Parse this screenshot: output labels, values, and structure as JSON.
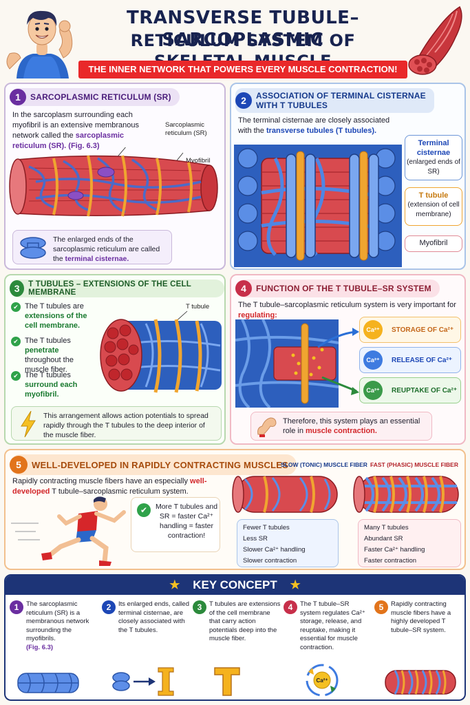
{
  "header": {
    "title_line1": "TRANSVERSE TUBULE–SARCOPLASMIC",
    "title_line2": "RETICULUM SYSTEM OF SKELETAL MUSCLE",
    "subtitle": "THE INNER NETWORK THAT POWERS EVERY MUSCLE CONTRACTION!"
  },
  "panel1": {
    "num": "1",
    "title": "SARCOPLASMIC RETICULUM (SR)",
    "text_a": "In the sarcoplasm surrounding each myofibril is an extensive membranous network called the ",
    "text_hl": "sarcoplasmic reticulum (SR).",
    "text_ref": " (Fig. 6.3)",
    "label_sr": "Sarcoplasmic reticulum (SR)",
    "label_myofibril": "Myofibril",
    "callout_a": "The enlarged ends of the sarcoplasmic reticulum are called the ",
    "callout_hl": "terminal cisternae."
  },
  "panel2": {
    "num": "2",
    "title_line1": "ASSOCIATION OF TERMINAL CISTERNAE",
    "title_line2": "WITH T TUBULES",
    "text_a": "The terminal cisternae are closely associated with the ",
    "text_hl": "transverse tubules (T tubules).",
    "label_cisternae_title": "Terminal cisternae",
    "label_cisternae_sub": "(enlarged ends of SR)",
    "label_ttubule_title": "T tubule",
    "label_ttubule_sub": "(extension of cell membrane)",
    "label_myofibril": "Myofibril"
  },
  "panel3": {
    "num": "3",
    "title": "T TUBULES – EXTENSIONS OF THE CELL MEMBRANE",
    "bullets": [
      {
        "a": "The T tubules are ",
        "hl": "extensions of the cell membrane.",
        "b": ""
      },
      {
        "a": "The T tubules ",
        "hl": "penetrate",
        "b": " throughout the muscle fiber."
      },
      {
        "a": "The T tubules ",
        "hl": "surround each myofibril.",
        "b": ""
      }
    ],
    "label_ttubule": "T tubule",
    "callout": "This arrangement allows action potentials to spread rapidly through the T tubules to the deep interior of the muscle fiber."
  },
  "panel4": {
    "num": "4",
    "title": "FUNCTION OF THE T TUBULE–SR SYSTEM",
    "text_a": "The T tubule–sarcoplasmic reticulum system is very important for ",
    "text_hl": "regulating:",
    "ion": "Ca²⁺",
    "functions": [
      "STORAGE OF Ca²⁺",
      "RELEASE OF Ca²⁺",
      "REUPTAKE OF Ca²⁺"
    ],
    "callout_a": "Therefore, this system plays an essential role in ",
    "callout_hl": "muscle contraction."
  },
  "panel5": {
    "num": "5",
    "title": "WELL-DEVELOPED IN RAPIDLY CONTRACTING MUSCLES",
    "text_a": "Rapidly contracting muscle fibers have an especially ",
    "text_hl": "well-developed",
    "text_b": " T tubule–sarcoplasmic reticulum system.",
    "callout": "More T tubules and SR = faster Ca²⁺ handling = faster contraction!",
    "slow_title": "SLOW (TONIC) MUSCLE FIBER",
    "slow_items": [
      "Fewer T tubules",
      "Less SR",
      "Slower Ca²⁺ handling",
      "Slower contraction"
    ],
    "fast_title": "FAST (PHASIC) MUSCLE FIBER",
    "fast_items": [
      "Many T tubules",
      "Abundant SR",
      "Faster Ca²⁺ handling",
      "Faster contraction"
    ]
  },
  "key": {
    "title": "KEY CONCEPT",
    "items": [
      {
        "num": "1",
        "text": "The sarcoplasmic reticulum (SR) is a membranous network surrounding the myofibrils.",
        "ref": "(Fig. 6.3)"
      },
      {
        "num": "2",
        "text": "Its enlarged ends, called terminal cisternae, are closely associated with the T tubules.",
        "ref": ""
      },
      {
        "num": "3",
        "text": "T tubules are extensions of the cell membrane that carry action potentials deep into the muscle fiber.",
        "ref": ""
      },
      {
        "num": "4",
        "text": "The T tubule–SR system regulates Ca²⁺ storage, release, and reuptake, making it essential for muscle contraction.",
        "ref": ""
      },
      {
        "num": "5",
        "text": "Rapidly contracting muscle fibers have a highly developed T tubule–SR system.",
        "ref": ""
      }
    ],
    "ion": "Ca²⁺"
  }
}
